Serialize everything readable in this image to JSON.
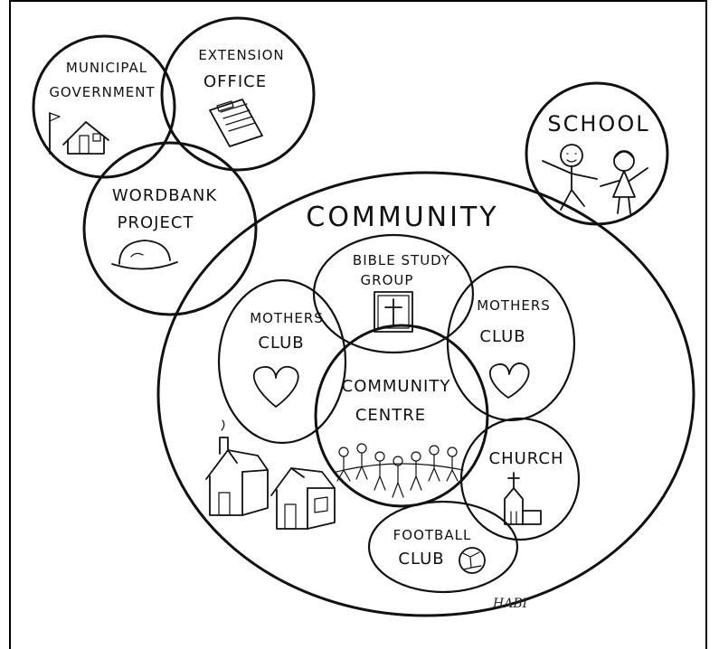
{
  "diagram": {
    "nodes": {
      "municipal_government": {
        "line1": "MUNICIPAL",
        "line2": "GOVERNMENT",
        "icon": "house-with-flag-icon"
      },
      "extension_office": {
        "line1": "EXTENSION",
        "line2": "OFFICE",
        "icon": "clipboard-icon"
      },
      "wordbank_project": {
        "line1": "WORDBANK",
        "line2": "PROJECT",
        "icon": "hat-icon"
      },
      "school": {
        "line1": "SCHOOL",
        "icon": "children-icon"
      },
      "community": {
        "line1": "COMMUNITY"
      },
      "bible_study_group": {
        "line1": "BIBLE STUDY",
        "line2": "GROUP",
        "icon": "bible-cross-icon"
      },
      "mothers_club_left": {
        "line1": "MOTHERS",
        "line2": "CLUB",
        "icon": "heart-icon"
      },
      "mothers_club_right": {
        "line1": "MOTHERS",
        "line2": "CLUB",
        "icon": "heart-icon"
      },
      "community_centre": {
        "line1": "COMMUNITY",
        "line2": "CENTRE",
        "icon": "people-ring-icon"
      },
      "church": {
        "line1": "CHURCH",
        "icon": "church-icon"
      },
      "football_club": {
        "line1": "FOOTBALL",
        "line2": "CLUB",
        "icon": "football-icon"
      }
    },
    "houses_icon": "houses-icon",
    "signature": "HABI"
  }
}
